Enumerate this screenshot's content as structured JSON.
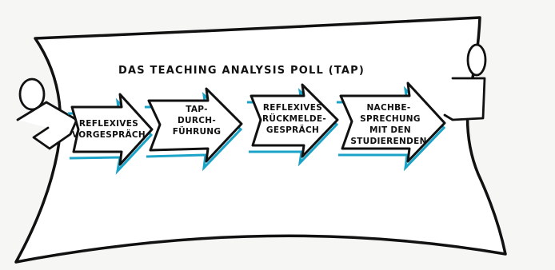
{
  "title": "DAS TEACHING ANALYSIS POLL (TAP)",
  "colors": {
    "ink": "#111111",
    "accent": "#1ba3c8",
    "paper": "#ffffff",
    "background": "#f6f6f4"
  },
  "steps": [
    {
      "lines": [
        "REFLEXIVES",
        "VORGESPRÄCH"
      ]
    },
    {
      "lines": [
        "TAP-",
        "DURCH-",
        "FÜHRUNG"
      ]
    },
    {
      "lines": [
        "REFLEXIVES",
        "RÜCKMELDE-",
        "GESPRÄCH"
      ]
    },
    {
      "lines": [
        "NACHBE-",
        "SPRECHUNG",
        "MIT DEN",
        "STUDIERENDEN"
      ]
    }
  ],
  "figures": [
    {
      "name": "left-person-icon"
    },
    {
      "name": "right-person-icon"
    }
  ]
}
